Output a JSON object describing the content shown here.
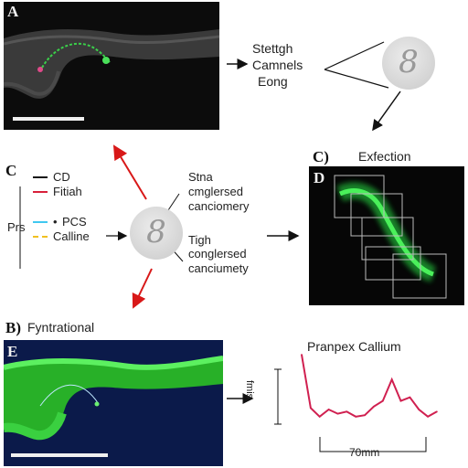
{
  "panel_a": {
    "label": "A"
  },
  "top_caption": {
    "lines": [
      "Stettgh",
      "Camnels",
      "Eong"
    ]
  },
  "circle_glyph": "8",
  "panel_c": {
    "label": "C",
    "legend": [
      {
        "label": "CD",
        "color": "#111111"
      },
      {
        "label": "Fitiah",
        "color": "#d8203a"
      },
      {
        "label": "PCS",
        "prefix": "•",
        "color": "#40c8f0"
      },
      {
        "label": "Calline",
        "color": "#f0c020"
      }
    ],
    "side_label": "Prs",
    "upper_note": [
      "Stna",
      "cmglersed",
      "canciomery"
    ],
    "lower_note": [
      "Tigh",
      "conglersed",
      "canciumety"
    ]
  },
  "panel_c2": {
    "label": "C)",
    "title": "Exfection"
  },
  "panel_d": {
    "label": "D"
  },
  "panel_b": {
    "label": "B)",
    "title": "Fyntrational"
  },
  "panel_e": {
    "label": "E"
  },
  "trace": {
    "title": "Pranpex Callium",
    "y_label": "fmis",
    "x_label": "70mm",
    "color": "#d02050"
  },
  "chart_data": {
    "type": "line",
    "title": "Pranpex Callium",
    "ylabel": "fmis",
    "xlabel": "70mm",
    "x": [
      0,
      1,
      2,
      3,
      4,
      5,
      6,
      7,
      8,
      9,
      10,
      11,
      12,
      13,
      14,
      15
    ],
    "values": [
      0.95,
      0.2,
      0.08,
      0.18,
      0.12,
      0.15,
      0.08,
      0.1,
      0.22,
      0.3,
      0.6,
      0.3,
      0.35,
      0.18,
      0.08,
      0.15
    ],
    "ylim": [
      0,
      1
    ]
  }
}
